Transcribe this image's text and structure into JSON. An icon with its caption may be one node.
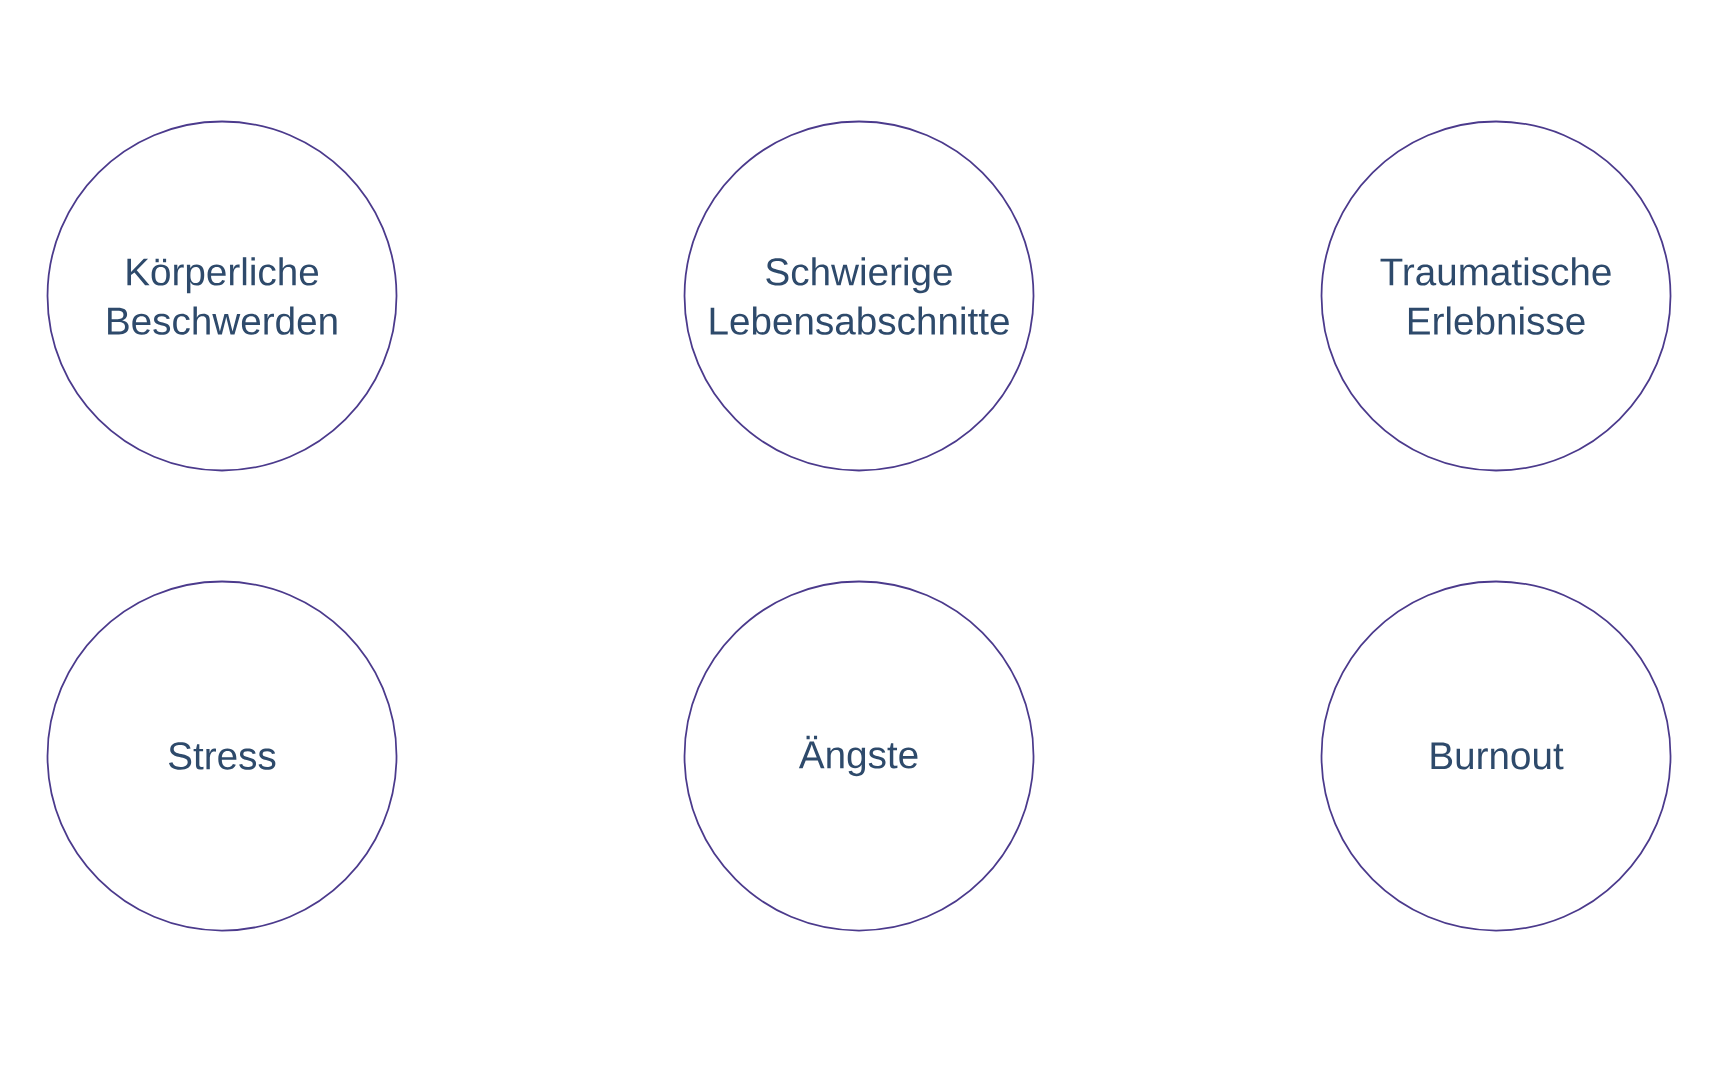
{
  "diagram": {
    "nodes": [
      {
        "text": [
          "Körperliche Beschwerden"
        ]
      },
      {
        "text": [
          "Schwierige Lebensabschnitte"
        ]
      },
      {
        "text": [
          "Traumatische Erlebnisse"
        ]
      },
      {
        "text": [
          "Stress"
        ]
      },
      {
        "text": [
          "Ängste"
        ]
      },
      {
        "text": [
          "Burnout"
        ]
      }
    ]
  }
}
